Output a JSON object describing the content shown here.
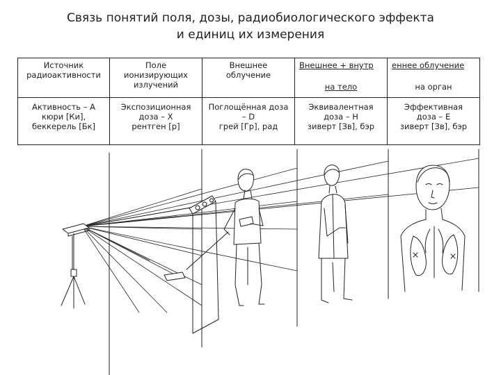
{
  "title": {
    "line1": "Связь понятий поля, дозы, радиобиологического эффекта",
    "line2": "и единиц их измерения"
  },
  "table": {
    "headers": [
      {
        "l1": "Источник",
        "l2": "радиоактивности"
      },
      {
        "l1": "Поле",
        "l2": "ионизирующих",
        "l3": "излучений"
      },
      {
        "l1": "Внешнее",
        "l2": "облучение"
      },
      {
        "top": "Внешнее + внутр",
        "bottom": "на тело"
      },
      {
        "top": "еннее облучение",
        "bottom": "на орган"
      }
    ],
    "rows": [
      {
        "l1": "Активность – А",
        "l2": "кюри [Ки],",
        "l3": "беккерель [Бк]"
      },
      {
        "l1": "Экспозиционная",
        "l2": "доза – X",
        "l3": "рентген [р]"
      },
      {
        "l1": "Поглощённая доза",
        "l2": "– D",
        "l3": "грей [Гр], рад"
      },
      {
        "l1": "Эквивалентная",
        "l2": "доза – H",
        "l3": "зиверт [Зв], бэр"
      },
      {
        "l1": "Эффективная",
        "l2": "доза – E",
        "l3": "зиверт [Зв], бэр"
      }
    ]
  },
  "illustration": {
    "figures": [
      "radiation-source-tripod",
      "dosimeter-operator",
      "standing-person",
      "person-portrait-with-organs"
    ],
    "line_color": "#222222"
  }
}
